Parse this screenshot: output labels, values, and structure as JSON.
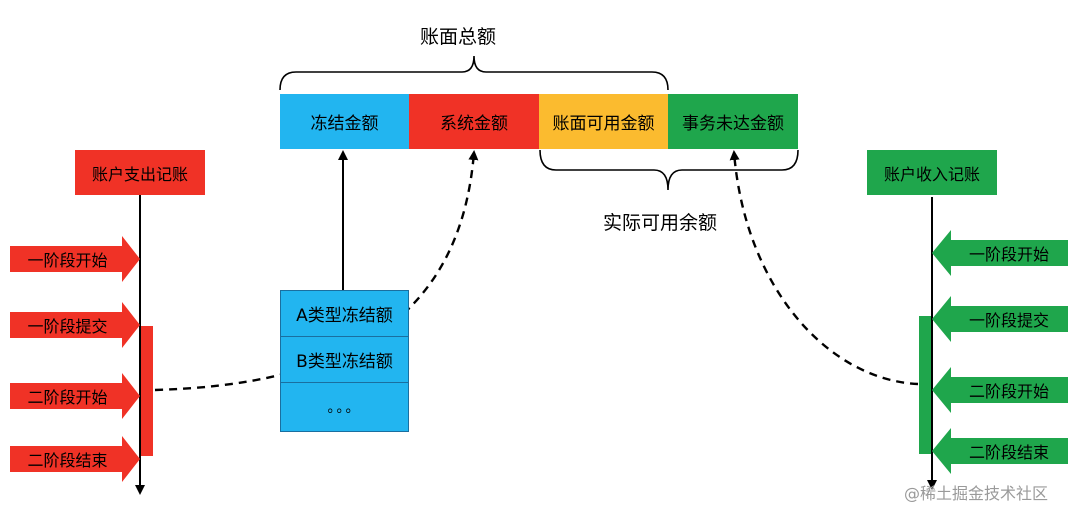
{
  "top_brace_label": "账面总额",
  "bottom_brace_label": "实际可用余额",
  "balance_bar": [
    {
      "label": "冻结金额",
      "color": "#22b5f0"
    },
    {
      "label": "系统金额",
      "color": "#f03226"
    },
    {
      "label": "账面可用金额",
      "color": "#fbbb2f"
    },
    {
      "label": "事务未达金额",
      "color": "#1fa64c"
    }
  ],
  "frozen_types": {
    "color": "#22b5f0",
    "rows": [
      "A类型冻结额",
      "B类型冻结额",
      "。。。"
    ]
  },
  "expense": {
    "title": "账户支出记账",
    "color": "#f03226",
    "steps": [
      "一阶段开始",
      "一阶段提交",
      "二阶段开始",
      "二阶段结束"
    ]
  },
  "income": {
    "title": "账户收入记账",
    "color": "#1fa64c",
    "steps": [
      "一阶段开始",
      "一阶段提交",
      "二阶段开始",
      "二阶段结束"
    ]
  },
  "watermark": "@稀土掘金技术社区"
}
